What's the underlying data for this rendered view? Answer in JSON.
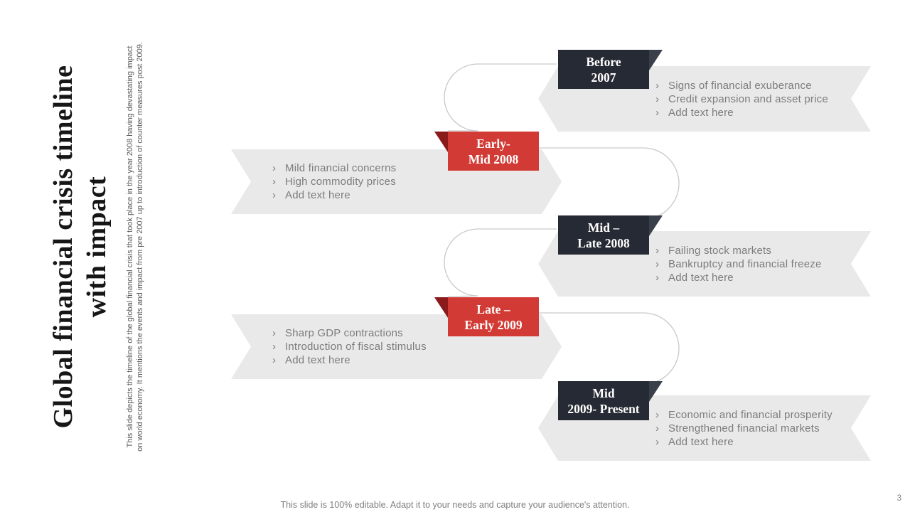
{
  "slide": {
    "title_line1": "Global financial crisis timeline",
    "title_line2": "with impact",
    "description": "This slide depicts the timeline of the global financial crisis that took place in the year 2008 having devastating impact on world economy. It mentions the events and impact from pre 2007 up to introduction of counter measures post 2009.",
    "footer": "This slide is 100% editable. Adapt it to your needs and capture your audience's attention.",
    "page_number": "3",
    "bullet_glyph": "›"
  },
  "colors": {
    "dark": "#262A34",
    "dark_fold": "#3A4049",
    "red": "#D23B35",
    "red_fold": "#8A1A1C",
    "band": "#E9E9EA",
    "bullet": "#7C7C7C",
    "curve": "#C7C9CC",
    "title": "#161616",
    "muted": "#595959",
    "footer": "#7F7F7F"
  },
  "timeline": [
    {
      "label_line1": "Before",
      "label_line2": "2007",
      "side": "right",
      "bullets": [
        "Signs of financial exuberance",
        "Credit expansion and asset price",
        "Add text here"
      ]
    },
    {
      "label_line1": "Early-",
      "label_line2": "Mid 2008",
      "side": "left",
      "bullets": [
        "Mild financial concerns",
        "High commodity prices",
        "Add text here"
      ]
    },
    {
      "label_line1": "Mid –",
      "label_line2": "Late 2008",
      "side": "right",
      "bullets": [
        "Failing stock markets",
        "Bankruptcy and financial freeze",
        "Add text here"
      ]
    },
    {
      "label_line1": "Late –",
      "label_line2": "Early 2009",
      "side": "left",
      "bullets": [
        "Sharp GDP contractions",
        "Introduction of fiscal stimulus",
        "Add text here"
      ]
    },
    {
      "label_line1": "Mid",
      "label_line2": "2009- Present",
      "side": "right",
      "bullets": [
        "Economic and financial prosperity",
        "Strengthened financial markets",
        "Add text here"
      ]
    }
  ]
}
